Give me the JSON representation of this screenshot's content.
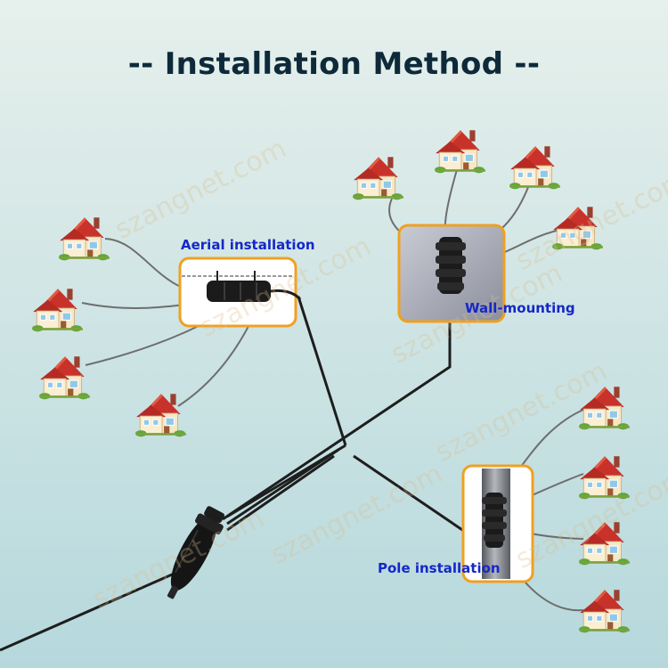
{
  "title": "-- Installation Method --",
  "labels": {
    "aerial": "Aerial installation",
    "wall": "Wall-mounting",
    "pole": "Pole installation"
  },
  "watermark": "szangnet.com",
  "colors": {
    "background_top": "#e6f0ec",
    "background_bottom": "#b6d8dc",
    "frame_border": "#f0a020",
    "label_text": "#1428c8",
    "house_roof": "#c8322a",
    "house_wall": "#f6e7c6",
    "cable": "#6e6e6e",
    "main_cable": "#1e1e1e"
  },
  "icons": {
    "house": "house-icon",
    "closure": "fiber-closure-icon",
    "splice": "splice-closure-icon"
  }
}
